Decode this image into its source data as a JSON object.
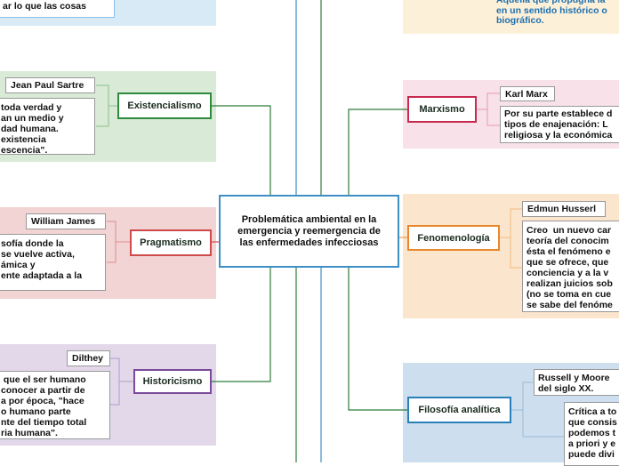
{
  "center": {
    "title": "Problemática ambiental en la emergencia y reemergencia de las enfermedades infecciosas"
  },
  "left": {
    "top_fragment": "ar lo que las cosas",
    "existencialismo": {
      "label": "Existencialismo",
      "author": "Jean Paul Sartre",
      "text": "toda verdad y\nan un medio y\ndad humana.\nexistencia\nescencia\"."
    },
    "pragmatismo": {
      "label": "Pragmatismo",
      "author": "William James",
      "text": "sofía donde la\nse vuelve activa,\námica y\nente adaptada a la"
    },
    "historicismo": {
      "label": "Historicismo",
      "author": "Dilthey",
      "text": " que el ser humano\nconocer a partir de\na por época, \"hace\no humano parte\nnte del tiempo total\nria humana\"."
    }
  },
  "right": {
    "top_fragment": "Aquella que propugna la\nen un sentido histórico o\nbiográfico.",
    "marxismo": {
      "label": "Marxismo",
      "author": "Karl Marx",
      "text": "Por su parte establece d\ntipos de enajenación: L\nreligiosa y la económica"
    },
    "fenomenologia": {
      "label": "Fenomenología",
      "author": "Edmun Husserl",
      "text": "Creo  un nuevo car\nteoría del conocim\nésta el fenómeno e\nque se ofrece, que\nconciencia y a la v\nrealizan juicios sob\n(no se toma en cue\nse sabe del fenóme"
    },
    "filosofia_analitica": {
      "label": "Filosofía analítica",
      "author": "Russell y Moore\ndel siglo XX.",
      "text": "Crítica a to\nque consis\npodemos t\na priori y e\npuede divi"
    }
  },
  "colors": {
    "line_blue": "#3d8fc6",
    "line_green": "#2e7d3a"
  }
}
